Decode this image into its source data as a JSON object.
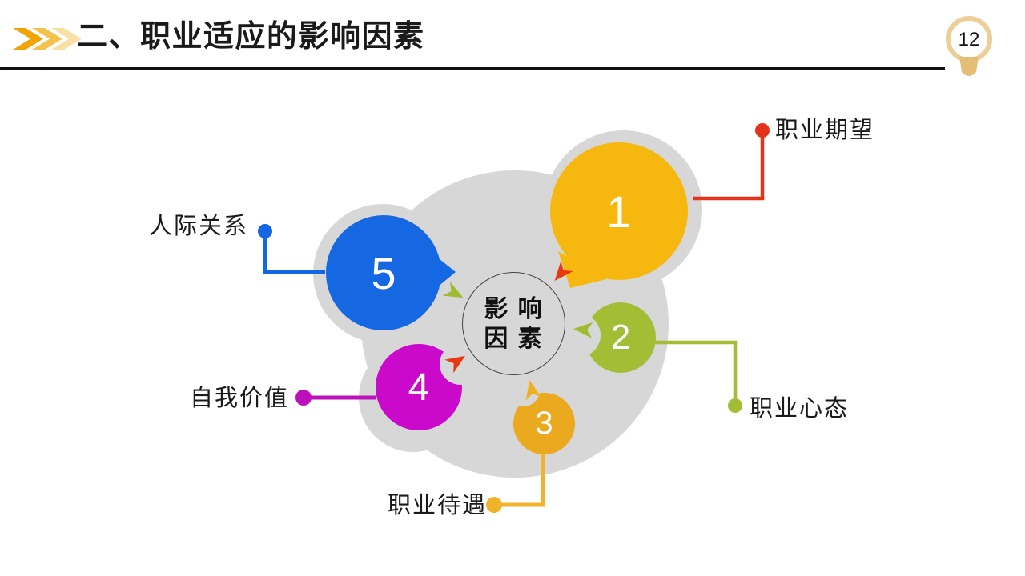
{
  "header": {
    "marker_icon": "triple-chevron-right",
    "title": "二、职业适应的影响因素",
    "page_number": "12",
    "page_badge_icon": "lightbulb"
  },
  "diagram": {
    "center_label": {
      "line1": "影 响",
      "line2": "因 素"
    },
    "factors": [
      {
        "num": "1",
        "label": "职业期望",
        "circle_color": "#F6B80E",
        "connector_color": "#E5321B"
      },
      {
        "num": "2",
        "label": "职业心态",
        "circle_color": "#A3BD35",
        "connector_color": "#A3BD35"
      },
      {
        "num": "3",
        "label": "职业待遇",
        "circle_color": "#EAA91E",
        "connector_color": "#F2B32C"
      },
      {
        "num": "4",
        "label": "自我价值",
        "circle_color": "#CB09CB",
        "connector_color": "#BD10BD"
      },
      {
        "num": "5",
        "label": "人际关系",
        "circle_color": "#1667E2",
        "connector_color": "#1467E2"
      }
    ],
    "blob_color": "#D7D7D7",
    "arrow_colors": {
      "red": "#E8380D",
      "olive": "#A0BB2F",
      "gold": "#EFB01F"
    },
    "bulb_outline_color": "#ECCE96",
    "bulb_base_color": "#E6BD77"
  }
}
